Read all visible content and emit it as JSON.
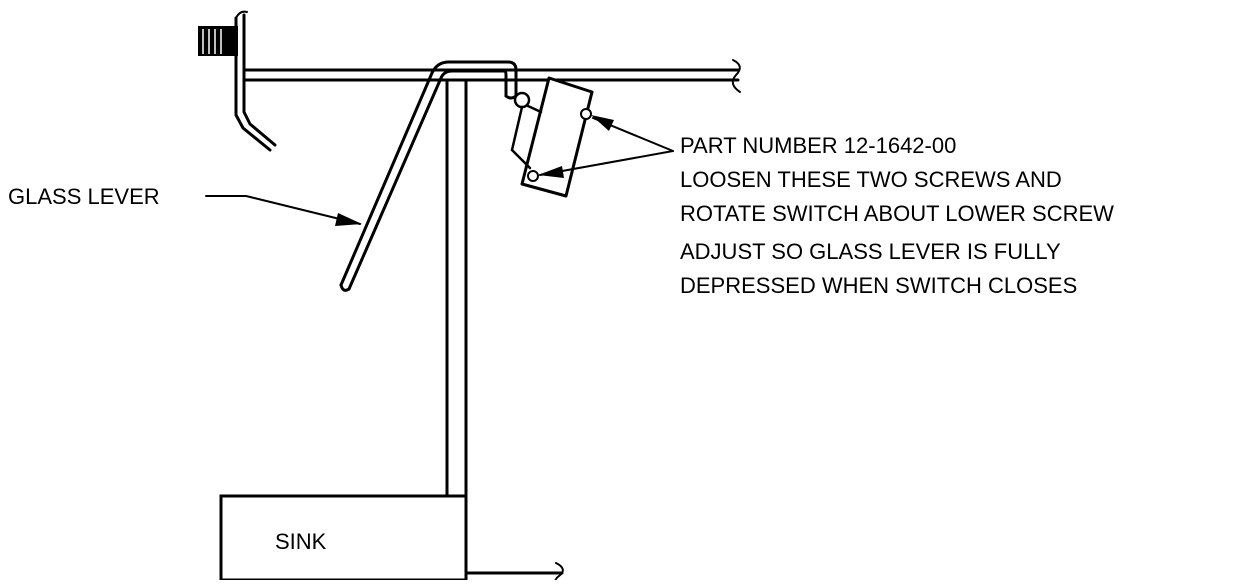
{
  "labels": {
    "glass_lever": "GLASS LEVER",
    "sink": "SINK"
  },
  "callout": {
    "part_number": "PART NUMBER 12-1642-00",
    "line1": "LOOSEN THESE TWO SCREWS AND",
    "line2": "ROTATE SWITCH ABOUT LOWER SCREW",
    "line3": "ADJUST SO GLASS LEVER IS FULLY",
    "line4": "DEPRESSED WHEN SWITCH CLOSES"
  }
}
